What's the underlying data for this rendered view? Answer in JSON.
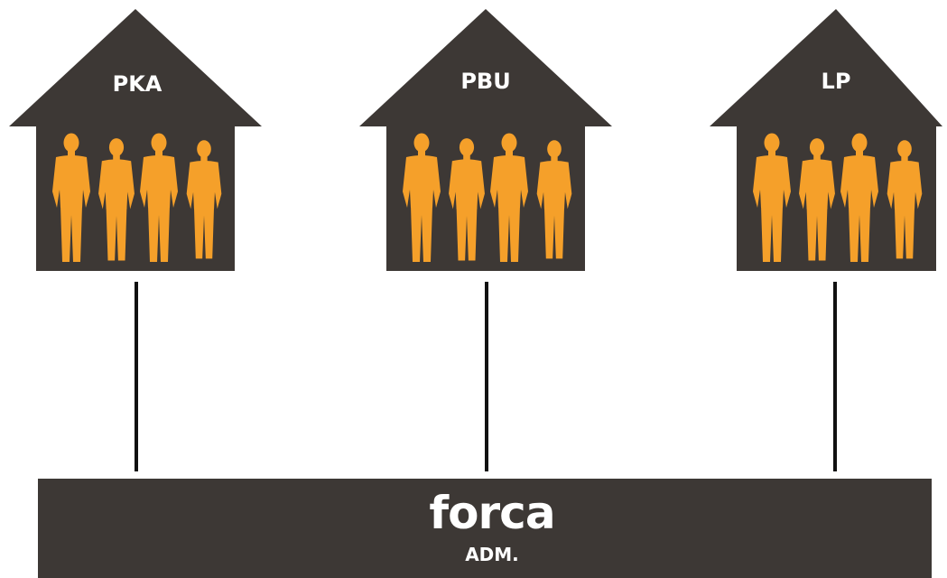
{
  "houses": [
    {
      "label": "PKA",
      "people_count": 4
    },
    {
      "label": "PBU",
      "people_count": 4
    },
    {
      "label": "LP",
      "people_count": 4
    }
  ],
  "base": {
    "brand": "forca",
    "subtitle": "ADM."
  },
  "colors": {
    "house": "#3d3835",
    "person": "#f5a02a",
    "connector": "#111111",
    "text": "#ffffff"
  }
}
